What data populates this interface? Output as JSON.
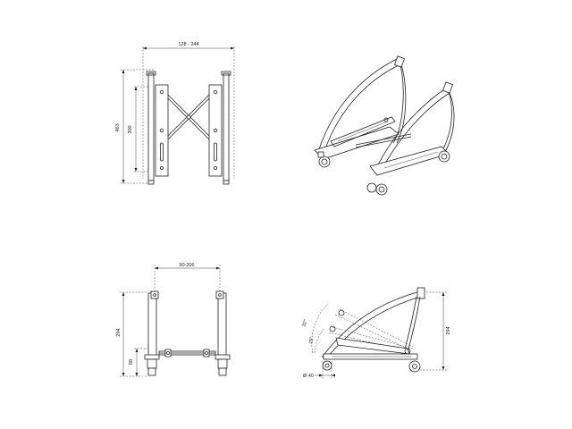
{
  "drawings": {
    "front_view": {
      "dim_width": "128 - 244",
      "dim_height_total": "463",
      "dim_height_inner": "300"
    },
    "side_view": {
      "dim_width": "90-206",
      "dim_height_total": "294",
      "dim_height_low": "88"
    },
    "profile_view": {
      "dim_height": "294",
      "dim_wheel": "Ø 40",
      "angle_a": "32°",
      "angle_b": "15°"
    }
  }
}
